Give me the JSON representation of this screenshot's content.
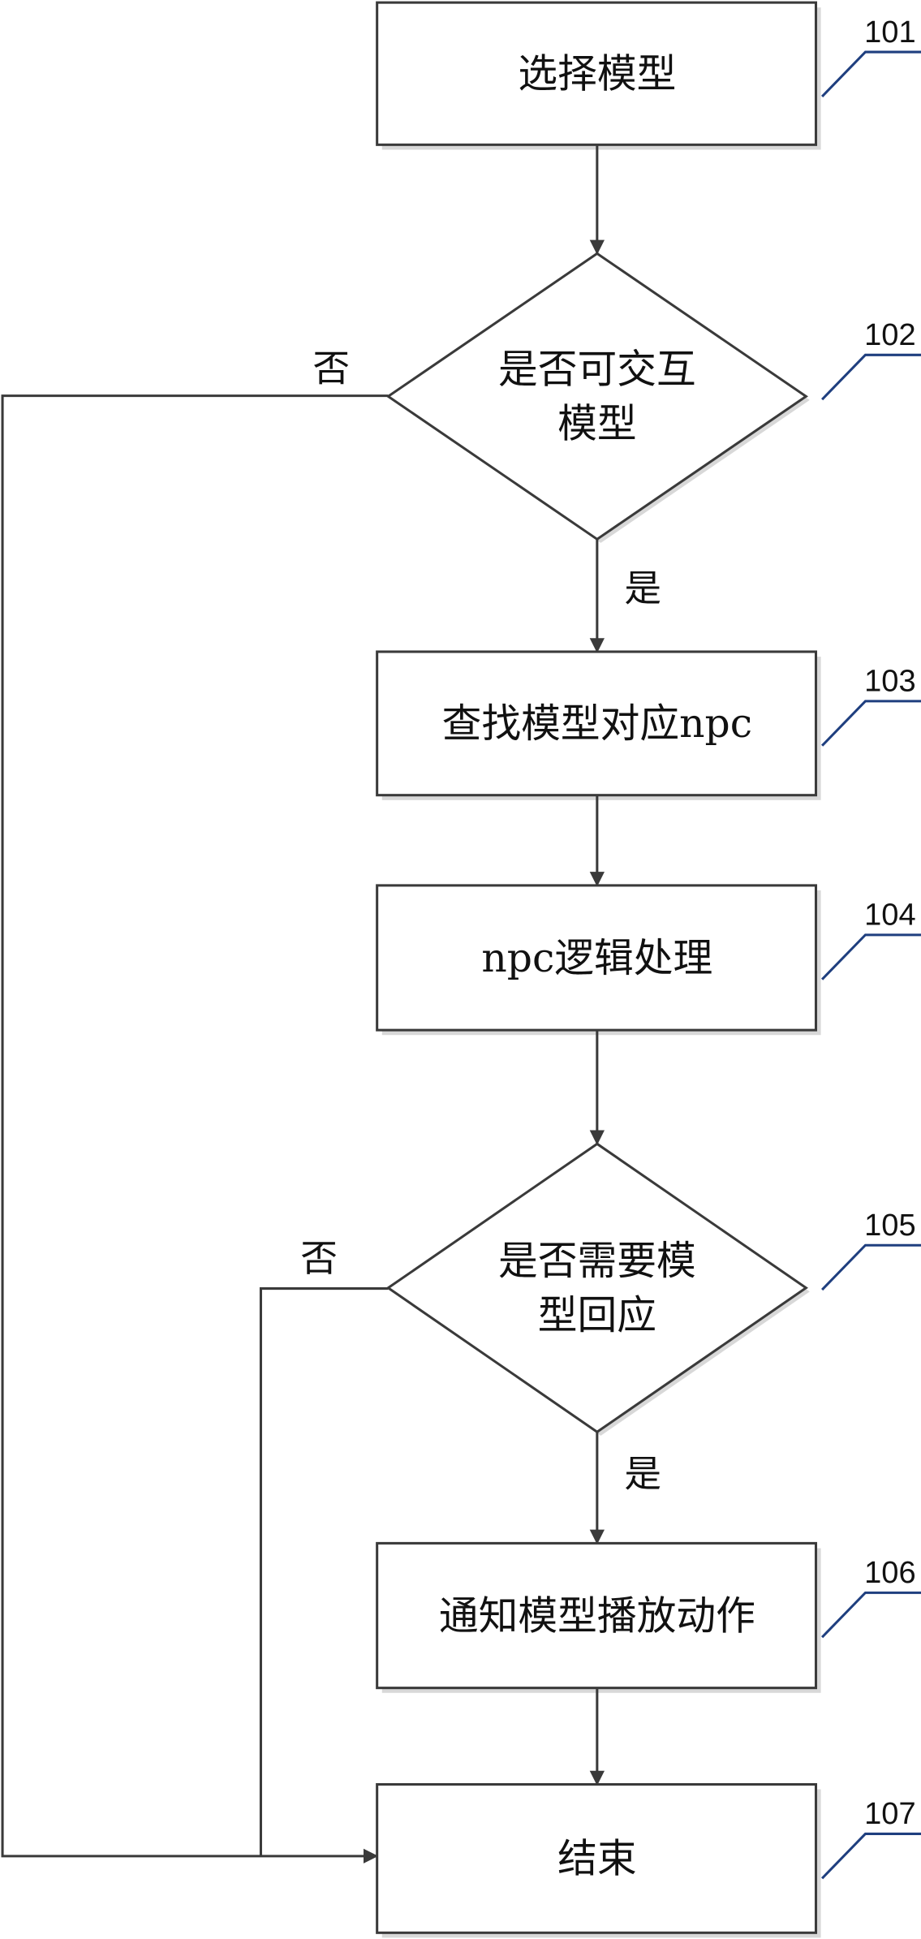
{
  "diagram": {
    "colors": {
      "stroke": "#3a3a3a",
      "shadow": "#d8d8d8",
      "leader": "#1f3f7f"
    },
    "nodes": [
      {
        "id": "101",
        "type": "process",
        "lines": [
          "选择模型"
        ]
      },
      {
        "id": "102",
        "type": "decision",
        "lines": [
          "是否可交互",
          "模型"
        ]
      },
      {
        "id": "103",
        "type": "process",
        "lines": [
          "查找模型对应npc"
        ]
      },
      {
        "id": "104",
        "type": "process",
        "lines": [
          "npc逻辑处理"
        ]
      },
      {
        "id": "105",
        "type": "decision",
        "lines": [
          "是否需要模",
          "型回应"
        ]
      },
      {
        "id": "106",
        "type": "process",
        "lines": [
          "通知模型播放动作"
        ]
      },
      {
        "id": "107",
        "type": "process",
        "lines": [
          "结束"
        ]
      }
    ],
    "edges": [
      {
        "from": "101",
        "to": "102",
        "label": ""
      },
      {
        "from": "102",
        "to": "103",
        "label": "是"
      },
      {
        "from": "102",
        "to": "107",
        "label": "否"
      },
      {
        "from": "103",
        "to": "104",
        "label": ""
      },
      {
        "from": "104",
        "to": "105",
        "label": ""
      },
      {
        "from": "105",
        "to": "106",
        "label": "是"
      },
      {
        "from": "105",
        "to": "107",
        "label": "否"
      },
      {
        "from": "106",
        "to": "107",
        "label": ""
      }
    ]
  }
}
